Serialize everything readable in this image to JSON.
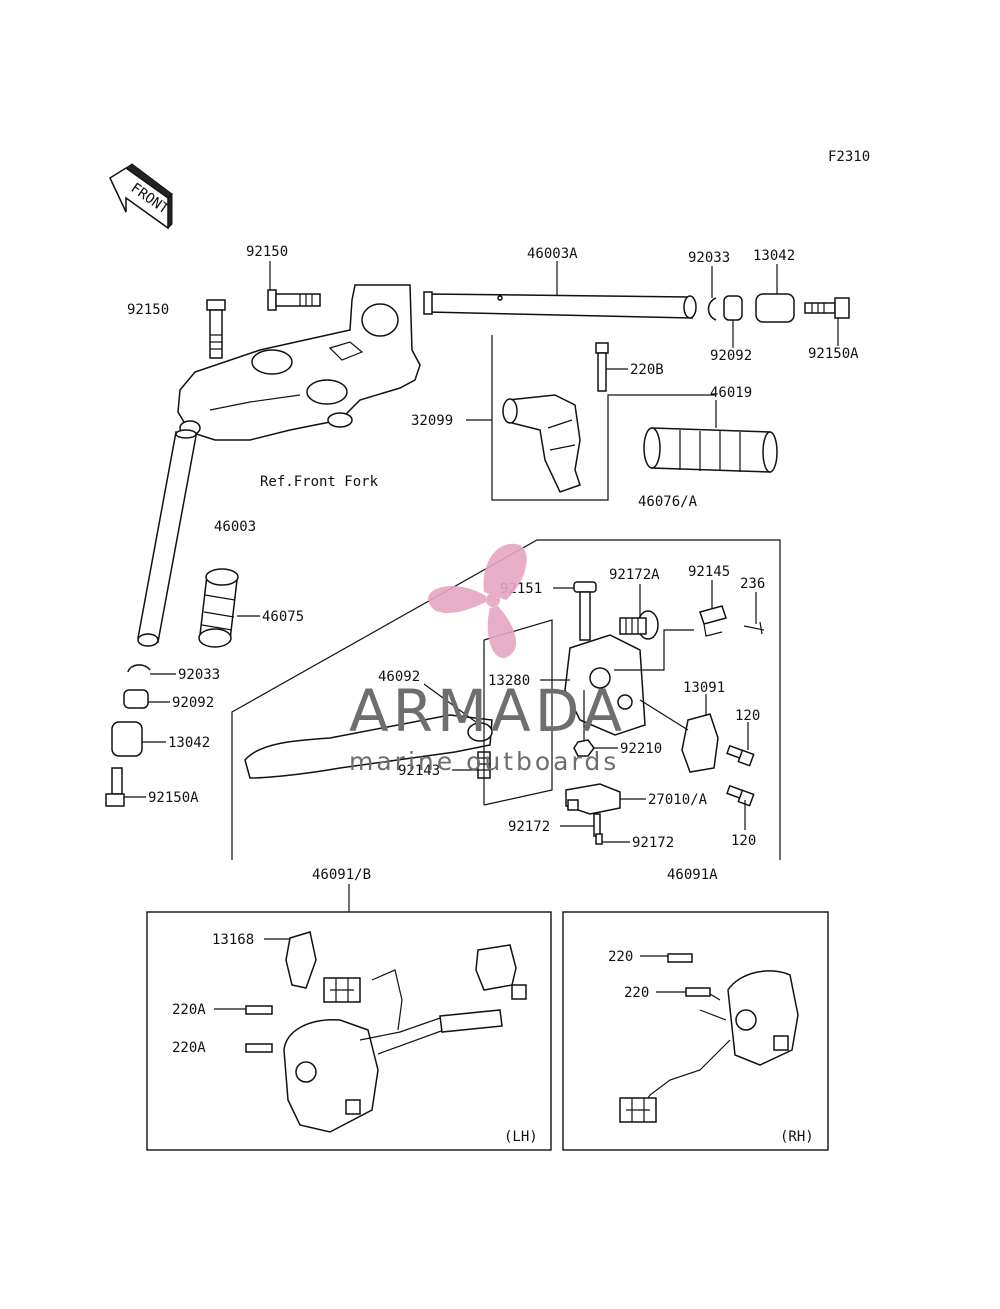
{
  "figure_code": "F2310",
  "front_label": "FRONT",
  "ref_label": "Ref.Front Fork",
  "box_labels": {
    "lh": "(LH)",
    "rh": "(RH)"
  },
  "watermark": {
    "name": "ARMADA",
    "tagline": "marine outboards",
    "color": "#e6a6c2"
  },
  "labels": {
    "p92150_a": "92150",
    "p92150_b": "92150",
    "p46003A": "46003A",
    "p92033_a": "92033",
    "p13042_a": "13042",
    "p92092_a": "92092",
    "p92150A_a": "92150A",
    "p220B": "220B",
    "p32099": "32099",
    "p46019": "46019",
    "p46076A": "46076/A",
    "p46003": "46003",
    "p46075": "46075",
    "p92033_b": "92033",
    "p92092_b": "92092",
    "p13042_b": "13042",
    "p92150A_b": "92150A",
    "p92151": "92151",
    "p92172A": "92172A",
    "p92145": "92145",
    "p236": "236",
    "p46092": "46092",
    "p13280": "13280",
    "p13091": "13091",
    "p120_a": "120",
    "p92210": "92210",
    "p92143": "92143",
    "p27010A": "27010/A",
    "p92172_a": "92172",
    "p92172_b": "92172",
    "p120_b": "120",
    "p46091B": "46091/B",
    "p46091A": "46091A",
    "p13168": "13168",
    "p220A_a": "220A",
    "p220A_b": "220A",
    "p220_a": "220",
    "p220_b": "220"
  }
}
